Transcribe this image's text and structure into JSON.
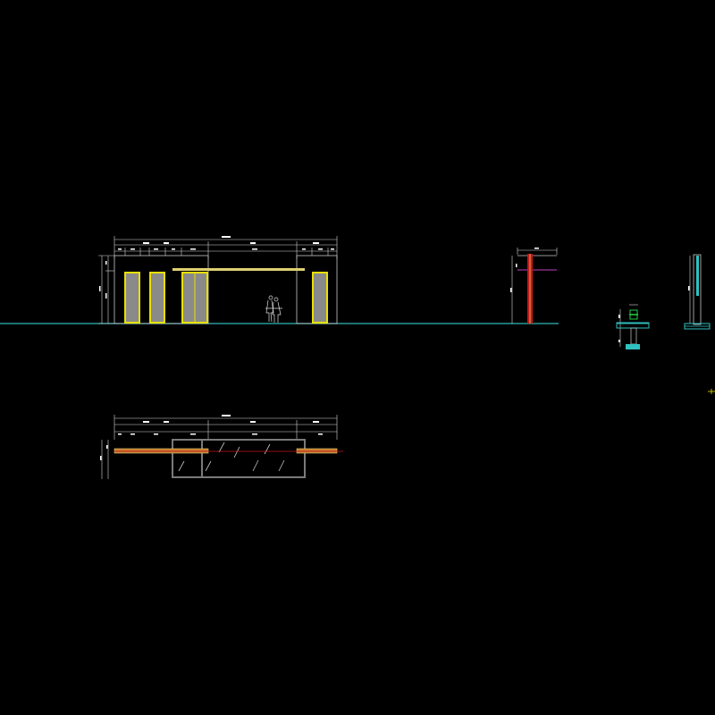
{
  "drawing": {
    "background": "#000000",
    "colors": {
      "ground_line": "#2fb8b8",
      "outline": "#c8c8c8",
      "dimension": "#d8d8d8",
      "panel_border": "#e8e000",
      "panel_fill": "#8a8a8a",
      "beam": "#e0d070",
      "section_cut": "#c01818",
      "wood_plank": "#c87830",
      "glass_frame": "#7a7a7a",
      "footing": "#30c0c0",
      "green_detail": "#20d040",
      "magenta_detail": "#c040c0"
    },
    "views": [
      {
        "name": "front-elevation"
      },
      {
        "name": "side-elevation"
      },
      {
        "name": "footing-detail"
      },
      {
        "name": "column-detail"
      },
      {
        "name": "plan-view"
      }
    ]
  }
}
